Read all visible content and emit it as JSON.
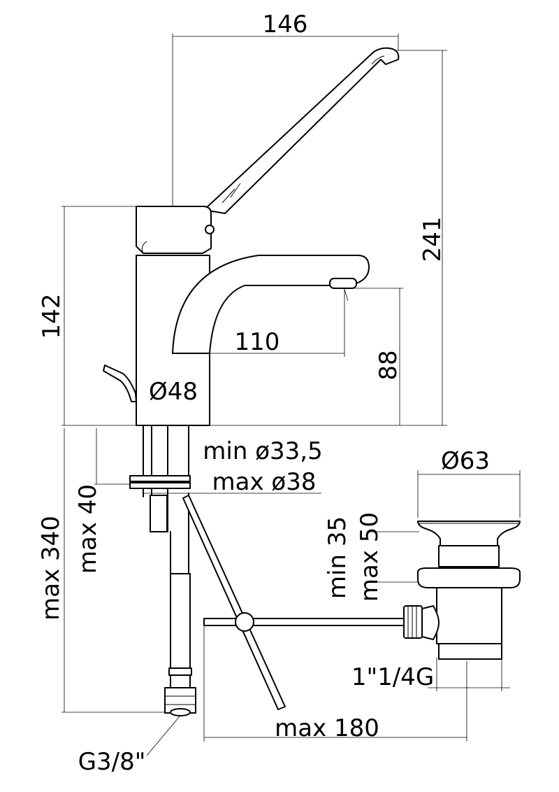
{
  "dimensions": {
    "width_total": "146",
    "height_total": "241",
    "body_height": "142",
    "spout_reach": "110",
    "spout_height": "88",
    "body_diameter": "Ø48",
    "hole_min": "min ø33,5",
    "hole_max": "max ø38",
    "deck_thickness": "max 40",
    "hose_length": "max 340",
    "waste_diameter": "Ø63",
    "waste_min": "min 35",
    "waste_max": "max 50",
    "waste_thread": "1\"1/4G",
    "rod_length": "max 180",
    "inlet_thread": "G3/8\""
  }
}
